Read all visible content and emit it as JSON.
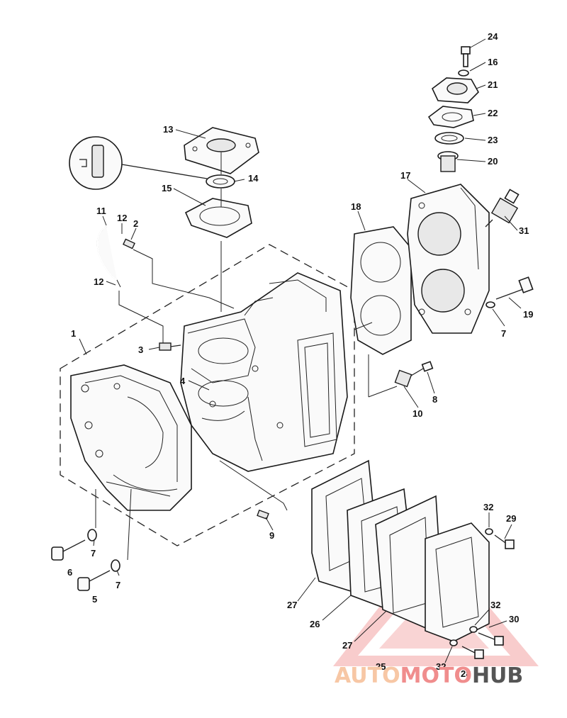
{
  "callouts": [
    {
      "id": "1",
      "label": "1"
    },
    {
      "id": "2",
      "label": "2"
    },
    {
      "id": "3",
      "label": "3"
    },
    {
      "id": "4",
      "label": "4"
    },
    {
      "id": "5",
      "label": "5"
    },
    {
      "id": "6",
      "label": "6"
    },
    {
      "id": "7a",
      "label": "7"
    },
    {
      "id": "7b",
      "label": "7"
    },
    {
      "id": "7c",
      "label": "7"
    },
    {
      "id": "8",
      "label": "8"
    },
    {
      "id": "9",
      "label": "9"
    },
    {
      "id": "10",
      "label": "10"
    },
    {
      "id": "11",
      "label": "11"
    },
    {
      "id": "12a",
      "label": "12"
    },
    {
      "id": "12b",
      "label": "12"
    },
    {
      "id": "13",
      "label": "13"
    },
    {
      "id": "14",
      "label": "14"
    },
    {
      "id": "15",
      "label": "15"
    },
    {
      "id": "16",
      "label": "16"
    },
    {
      "id": "17",
      "label": "17"
    },
    {
      "id": "18",
      "label": "18"
    },
    {
      "id": "19",
      "label": "19"
    },
    {
      "id": "20",
      "label": "20"
    },
    {
      "id": "21",
      "label": "21"
    },
    {
      "id": "22",
      "label": "22"
    },
    {
      "id": "23",
      "label": "23"
    },
    {
      "id": "24",
      "label": "24"
    },
    {
      "id": "25",
      "label": "25"
    },
    {
      "id": "26",
      "label": "26"
    },
    {
      "id": "27a",
      "label": "27"
    },
    {
      "id": "27b",
      "label": "27"
    },
    {
      "id": "28",
      "label": "28"
    },
    {
      "id": "29",
      "label": "29"
    },
    {
      "id": "30",
      "label": "30"
    },
    {
      "id": "31",
      "label": "31"
    },
    {
      "id": "32a",
      "label": "32"
    },
    {
      "id": "32b",
      "label": "32"
    },
    {
      "id": "32c",
      "label": "32"
    }
  ],
  "watermark": {
    "part1": "AUTO",
    "part2": "MOTO",
    "part3": "HUB",
    "colors": {
      "auto": "#f7c7a5",
      "moto": "#f08d8d",
      "hub": "#555555",
      "triangle": "#f08d8d"
    }
  },
  "colors": {
    "ink": "#1a1a1a",
    "background": "#ffffff"
  }
}
